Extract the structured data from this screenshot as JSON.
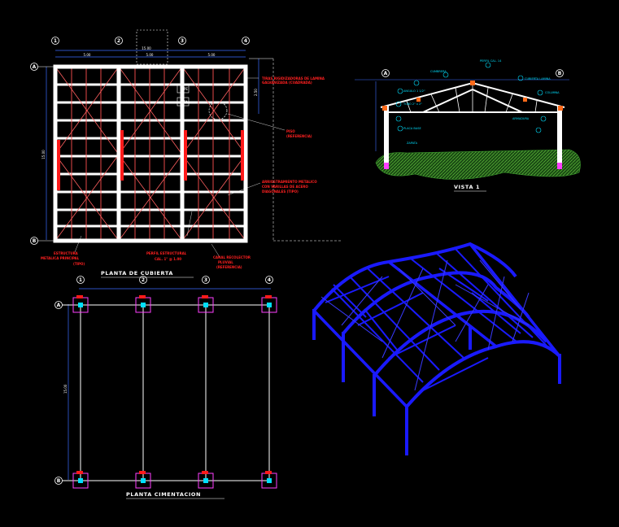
{
  "titles": {
    "roof_plan": "PLANTA DE CUBIERTA",
    "foundation_plan": "PLANTA CIMENTACION",
    "view": "VISTA 1"
  },
  "roof_notes": {
    "note_top_right_1": "TIRAS RIGIDIZADORAS DE LAMINA",
    "note_top_right_2": "GALVANIZADA (CUADRADA)",
    "piso_1": "PISO",
    "piso_2": "(REFERENCIA)",
    "note_mid_right_1": "ARRIOSTRAMIENTO METALICO",
    "note_mid_right_2": "CON VARILLAS DE ACERO",
    "note_mid_right_3": "DIAGONALES (TIPO)",
    "note_bl_1": "ESTRUCTURA",
    "note_bl_2": "METALICA PRINCIPAL",
    "note_bl_3": "(TIPO)",
    "note_bm_1": "PERFIL ESTRUCTURAL",
    "note_bm_2": "CAL. 1\" @ 1.00",
    "note_br_1": "CANAL RECOLECTOR",
    "note_br_2": "PLUVIAL",
    "note_br_3": "(REFERENCIA)",
    "pe_label": "PE",
    "pa_label": "PA"
  },
  "axes_roof": [
    "1",
    "2",
    "3",
    "4"
  ],
  "axes_found": [
    "1",
    "2",
    "3",
    "4"
  ],
  "row_axes": [
    "A",
    "B"
  ],
  "dims": {
    "top_total": "15.00",
    "top_1": "5.00",
    "top_2": "5.00",
    "top_3": "5.00",
    "left_total": "15.00",
    "right_a": "2.50",
    "found_left": "15.00"
  },
  "view_notes": {
    "n1": "CUMBRERA",
    "n2": "PERFIL CAL. 14",
    "n3": "ANGULO 1 1/2\"",
    "n4": "TUBO 2\" x 2\"",
    "n5": "PLACA BASE",
    "n6": "CUBIERTA LAMINA",
    "n7": "ARMADURA",
    "n8": "COLUMNA",
    "n9": "ZAPATA"
  }
}
